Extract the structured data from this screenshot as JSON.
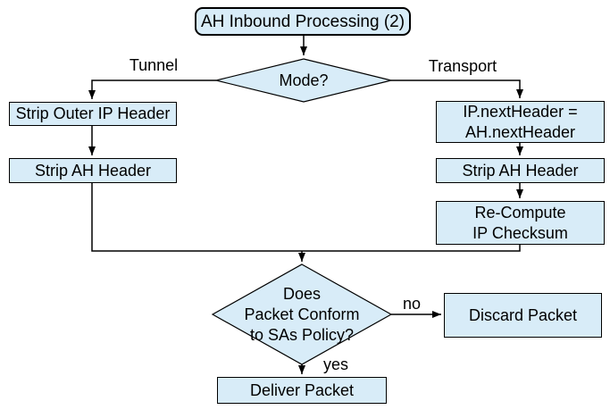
{
  "diagram": {
    "type": "flowchart",
    "title": "AH Inbound Processing (2)",
    "colors": {
      "node_fill": "#d8ecf8",
      "node_border": "#000000",
      "edge_color": "#000000",
      "text_color": "#000000",
      "background": "#ffffff"
    },
    "nodes": {
      "start": {
        "shape": "rounded-rect",
        "lines": [
          "AH Inbound Processing (2)"
        ]
      },
      "mode": {
        "shape": "diamond",
        "lines": [
          "Mode?"
        ]
      },
      "strip_outer_ip": {
        "shape": "rect",
        "lines": [
          "Strip Outer IP Header"
        ]
      },
      "strip_ah_tunnel": {
        "shape": "rect",
        "lines": [
          "Strip AH Header"
        ]
      },
      "set_next_header": {
        "shape": "rect",
        "lines": [
          "IP.nextHeader =",
          "AH.nextHeader"
        ]
      },
      "strip_ah_transport": {
        "shape": "rect",
        "lines": [
          "Strip AH Header"
        ]
      },
      "recompute_checksum": {
        "shape": "rect",
        "lines": [
          "Re-Compute",
          "IP Checksum"
        ]
      },
      "policy_check": {
        "shape": "diamond",
        "lines": [
          "Does",
          "Packet Conform",
          "to SAs Policy?"
        ]
      },
      "discard": {
        "shape": "rect",
        "lines": [
          "Discard Packet"
        ]
      },
      "deliver": {
        "shape": "rect",
        "lines": [
          "Deliver Packet"
        ]
      }
    },
    "edge_labels": {
      "tunnel": "Tunnel",
      "transport": "Transport",
      "no": "no",
      "yes": "yes"
    }
  }
}
